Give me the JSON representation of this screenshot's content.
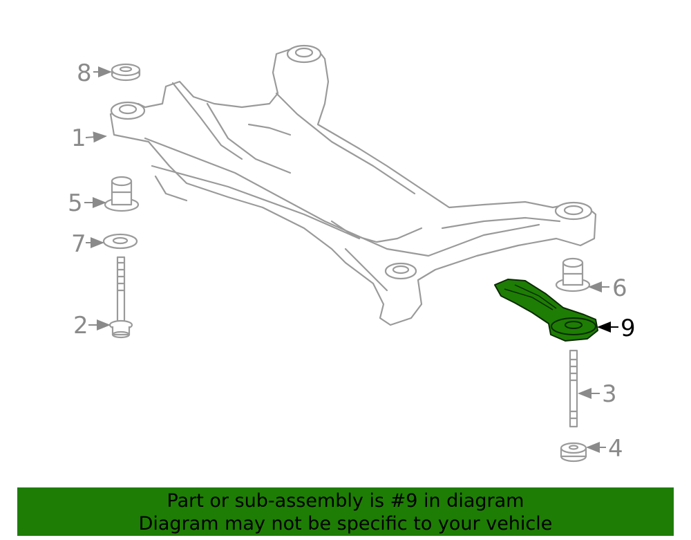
{
  "diagram": {
    "callouts": [
      "1",
      "2",
      "3",
      "4",
      "5",
      "6",
      "7",
      "8",
      "9"
    ],
    "highlighted_part": "9",
    "highlight_color": "#1e7d04",
    "line_color": "#9a9a9a"
  },
  "banner": {
    "line1": "Part or sub-assembly is #9 in diagram",
    "line2": "Diagram may not be specific to your vehicle",
    "background": "#1e7d04"
  }
}
